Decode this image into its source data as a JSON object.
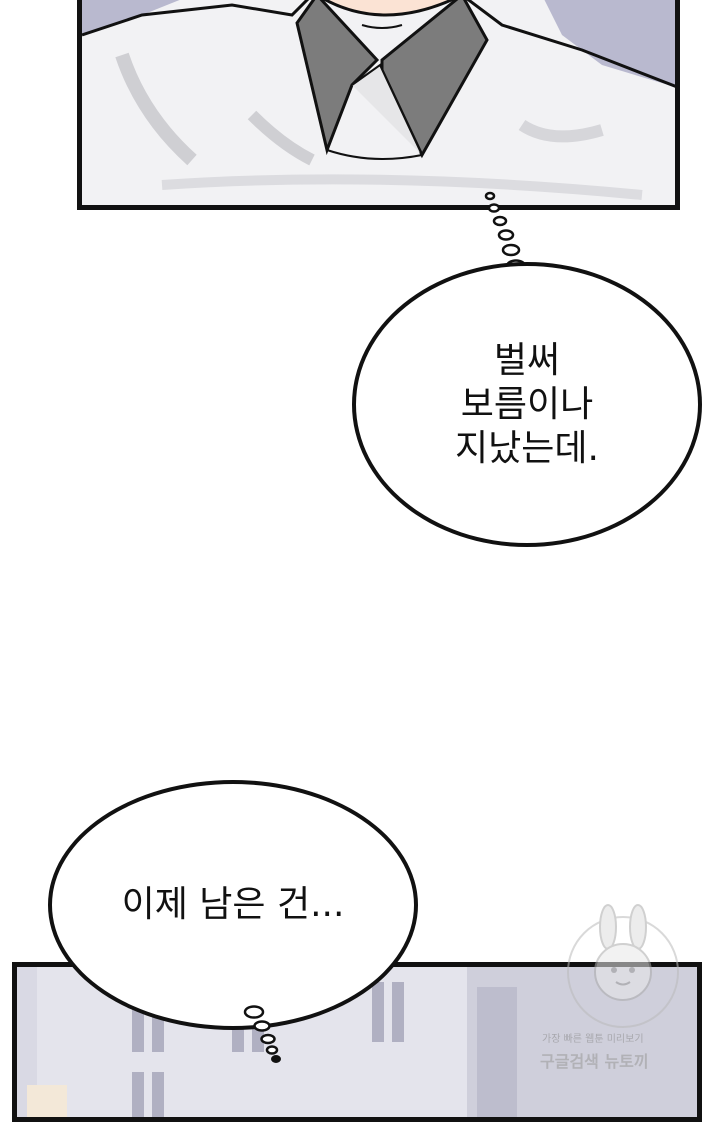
{
  "bubbles": {
    "first": {
      "text": "벌써\n보름이나\n지났는데."
    },
    "second": {
      "text": "이제 남은 건..."
    }
  },
  "watermark": {
    "tagline": "가장 빠른 웹툰 미리보기",
    "brand": "구글검색 뉴토끼"
  },
  "colors": {
    "outline": "#111111",
    "collar": "#7c7c7c",
    "shirt": "#efefef",
    "background_wall": "#b9b9cf"
  }
}
